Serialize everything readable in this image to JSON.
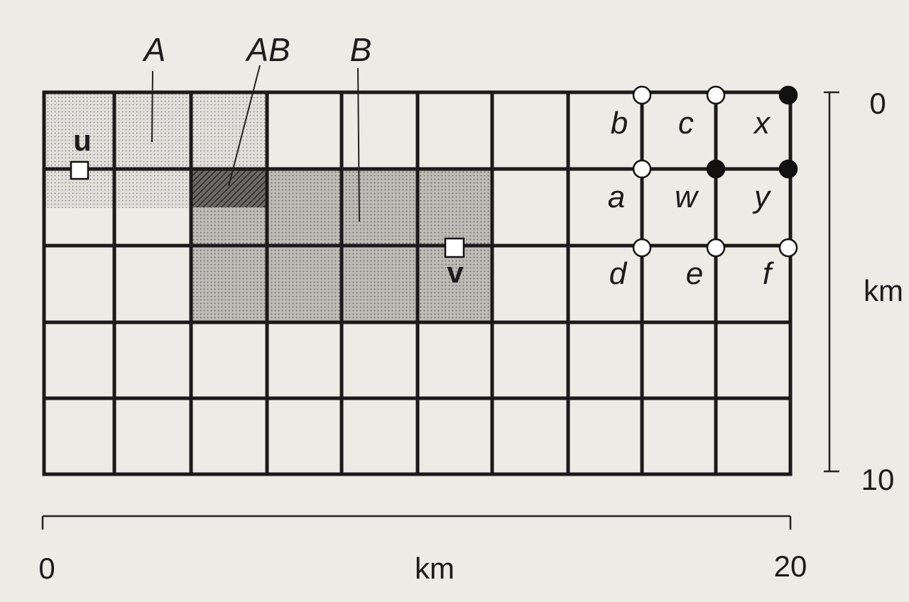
{
  "regions": {
    "a_label": "A",
    "ab_label": "AB",
    "b_label": "B"
  },
  "sites": {
    "u": "u",
    "v": "v"
  },
  "nodes": {
    "b": "b",
    "c": "c",
    "x": "x",
    "a": "a",
    "w": "w",
    "y": "y",
    "d": "d",
    "e": "e",
    "f": "f"
  },
  "scale_x": {
    "start": "0",
    "end": "20",
    "unit": "km"
  },
  "scale_y": {
    "start": "0",
    "end": "10",
    "unit": "km"
  },
  "colors": {
    "background": "#ecebe6",
    "grid": "#1a1a1a",
    "region_a_fill": "#d6d5d0",
    "region_b_fill": "#b9b8b3",
    "region_ab_fill": "#5e5d5a",
    "hollow_node": "#ffffff",
    "solid_node": "#111111"
  }
}
